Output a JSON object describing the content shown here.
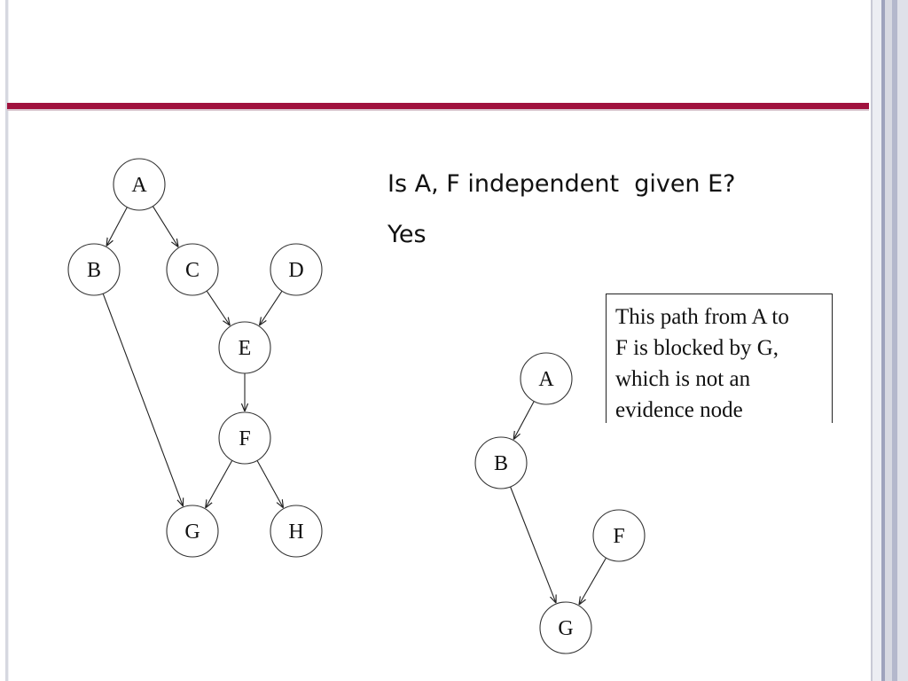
{
  "slide": {
    "question": "Is A, F independent  given E?",
    "answer": "Yes",
    "callout_lines": [
      "This path from A to",
      "F is blocked by G,",
      "which is not an",
      "evidence node"
    ]
  },
  "left_graph": {
    "nodes": {
      "A": "A",
      "B": "B",
      "C": "C",
      "D": "D",
      "E": "E",
      "F": "F",
      "G": "G",
      "H": "H"
    },
    "edges": [
      [
        "A",
        "B"
      ],
      [
        "A",
        "C"
      ],
      [
        "C",
        "E"
      ],
      [
        "D",
        "E"
      ],
      [
        "E",
        "F"
      ],
      [
        "B",
        "G"
      ],
      [
        "F",
        "G"
      ],
      [
        "F",
        "H"
      ]
    ]
  },
  "right_graph": {
    "nodes": {
      "A": "A",
      "B": "B",
      "F": "F",
      "G": "G"
    },
    "edges": [
      [
        "A",
        "B"
      ],
      [
        "B",
        "G"
      ],
      [
        "F",
        "G"
      ]
    ]
  }
}
